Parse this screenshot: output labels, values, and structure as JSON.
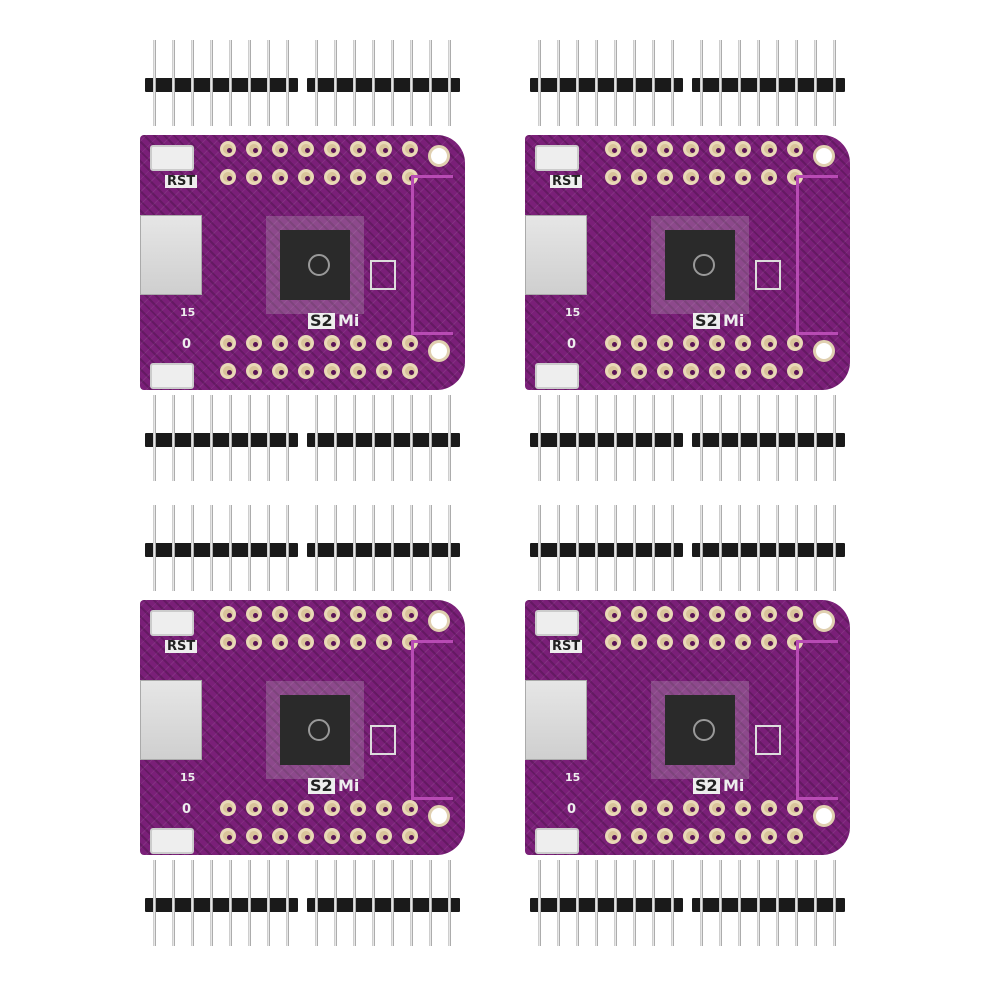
{
  "product": {
    "board_count": 4,
    "header_strips_per_board": 4,
    "pins_per_strip": 8,
    "board_color": "#7a1f78",
    "silkscreen": {
      "reset_label": "RST",
      "model_label": "S2",
      "model_suffix": "Mi",
      "gpio_label": "15",
      "boot_label": "0"
    }
  }
}
